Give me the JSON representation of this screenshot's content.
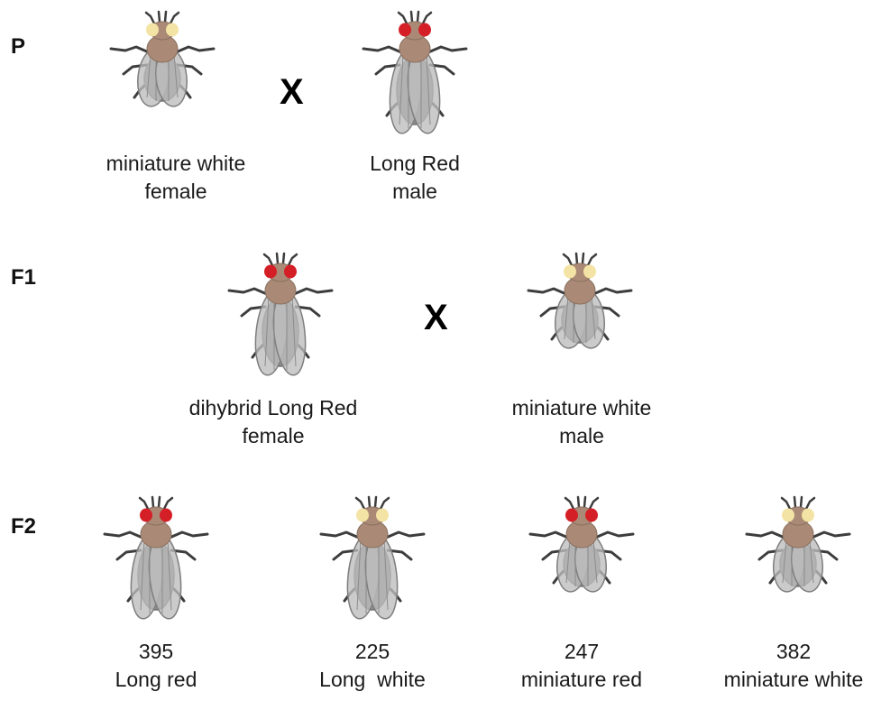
{
  "generations": {
    "p": "P",
    "f1": "F1",
    "f2": "F2"
  },
  "cross_symbol": "X",
  "colors": {
    "red_eye": "#d51f26",
    "white_eye": "#f3e3a4",
    "body": "#a1a1a1",
    "thorax": "#aa8a76",
    "legs": "#3d3d3d"
  },
  "parents": [
    {
      "line1": "miniature white",
      "line2": "female",
      "wing": "miniature",
      "eye": "white"
    },
    {
      "line1": "Long Red",
      "line2": "male",
      "wing": "long",
      "eye": "red"
    }
  ],
  "f1": [
    {
      "line1": "dihybrid Long Red",
      "line2": "female",
      "wing": "long",
      "eye": "red"
    },
    {
      "line1": "miniature white",
      "line2": "male",
      "wing": "miniature",
      "eye": "white"
    }
  ],
  "f2": [
    {
      "count": "395",
      "phenotype": "Long red",
      "wing": "long",
      "eye": "red"
    },
    {
      "count": "225",
      "phenotype": "Long  white",
      "wing": "long",
      "eye": "white"
    },
    {
      "count": "247",
      "phenotype": "miniature red",
      "wing": "miniature",
      "eye": "red"
    },
    {
      "count": "382",
      "phenotype": "miniature white",
      "wing": "miniature",
      "eye": "white"
    }
  ]
}
